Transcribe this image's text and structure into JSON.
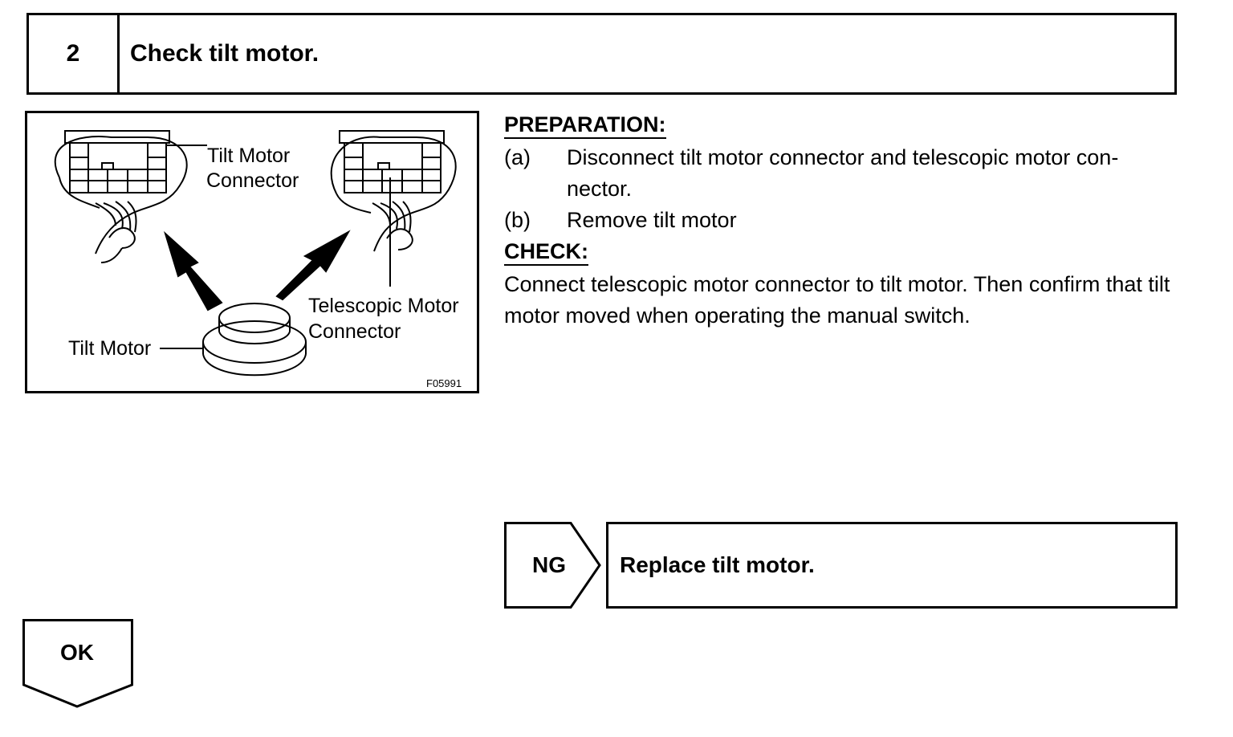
{
  "step": {
    "number": "2",
    "title": "Check tilt motor."
  },
  "figure": {
    "labels": {
      "tilt_motor_connector_line1": "Tilt Motor",
      "tilt_motor_connector_line2": "Connector",
      "telescopic_motor_connector_line1": "Telescopic Motor",
      "telescopic_motor_connector_line2": "Connector",
      "tilt_motor": "Tilt Motor"
    },
    "code": "F05991"
  },
  "preparation": {
    "heading": "PREPARATION:",
    "items": [
      {
        "tag": "(a)",
        "text": "Disconnect tilt motor connector and telescopic motor con-nector."
      },
      {
        "tag": "(b)",
        "text": "Remove tilt motor"
      }
    ]
  },
  "check": {
    "heading": "CHECK:",
    "text": "Connect telescopic motor connector to tilt motor. Then confirm that tilt motor moved when operating the manual switch."
  },
  "ng_branch": {
    "label": "NG",
    "result": "Replace tilt motor."
  },
  "ok_branch": {
    "label": "OK"
  }
}
